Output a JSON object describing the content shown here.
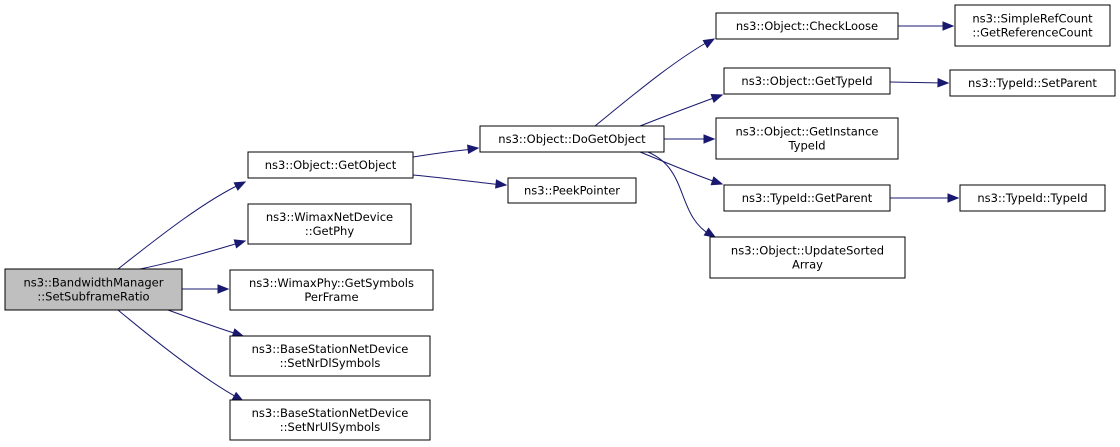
{
  "edge_color": "#191970",
  "root_fill": "#bfbfbf",
  "nodes": [
    {
      "id": "root",
      "lines": [
        "ns3::BandwidthManager",
        "::SetSubframeRatio"
      ],
      "highlight": true
    },
    {
      "id": "getobject",
      "lines": [
        "ns3::Object::GetObject"
      ]
    },
    {
      "id": "getphy",
      "lines": [
        "ns3::WimaxNetDevice",
        "::GetPhy"
      ]
    },
    {
      "id": "getsymbols",
      "lines": [
        "ns3::WimaxPhy::GetSymbols",
        "PerFrame"
      ]
    },
    {
      "id": "setnrdl",
      "lines": [
        "ns3::BaseStationNetDevice",
        "::SetNrDlSymbols"
      ]
    },
    {
      "id": "setnrul",
      "lines": [
        "ns3::BaseStationNetDevice",
        "::SetNrUlSymbols"
      ]
    },
    {
      "id": "dogetobject",
      "lines": [
        "ns3::Object::DoGetObject"
      ]
    },
    {
      "id": "peekpointer",
      "lines": [
        "ns3::PeekPointer"
      ]
    },
    {
      "id": "checkloose",
      "lines": [
        "ns3::Object::CheckLoose"
      ]
    },
    {
      "id": "gettypeid",
      "lines": [
        "ns3::Object::GetTypeId"
      ]
    },
    {
      "id": "getinstancetypeid",
      "lines": [
        "ns3::Object::GetInstance",
        "TypeId"
      ]
    },
    {
      "id": "typeidgetparent",
      "lines": [
        "ns3::TypeId::GetParent"
      ]
    },
    {
      "id": "updatesorted",
      "lines": [
        "ns3::Object::UpdateSorted",
        "Array"
      ]
    },
    {
      "id": "getrefcount",
      "lines": [
        "ns3::SimpleRefCount",
        "::GetReferenceCount"
      ]
    },
    {
      "id": "setparent",
      "lines": [
        "ns3::TypeId::SetParent"
      ]
    },
    {
      "id": "typeid",
      "lines": [
        "ns3::TypeId::TypeId"
      ]
    }
  ],
  "edges": [
    {
      "from": "root",
      "to": "getobject"
    },
    {
      "from": "root",
      "to": "getphy"
    },
    {
      "from": "root",
      "to": "getsymbols"
    },
    {
      "from": "root",
      "to": "setnrdl"
    },
    {
      "from": "root",
      "to": "setnrul"
    },
    {
      "from": "getobject",
      "to": "dogetobject"
    },
    {
      "from": "getobject",
      "to": "peekpointer"
    },
    {
      "from": "dogetobject",
      "to": "checkloose"
    },
    {
      "from": "dogetobject",
      "to": "gettypeid"
    },
    {
      "from": "dogetobject",
      "to": "getinstancetypeid"
    },
    {
      "from": "dogetobject",
      "to": "typeidgetparent"
    },
    {
      "from": "dogetobject",
      "to": "updatesorted"
    },
    {
      "from": "checkloose",
      "to": "getrefcount"
    },
    {
      "from": "gettypeid",
      "to": "setparent"
    },
    {
      "from": "typeidgetparent",
      "to": "typeid"
    }
  ]
}
